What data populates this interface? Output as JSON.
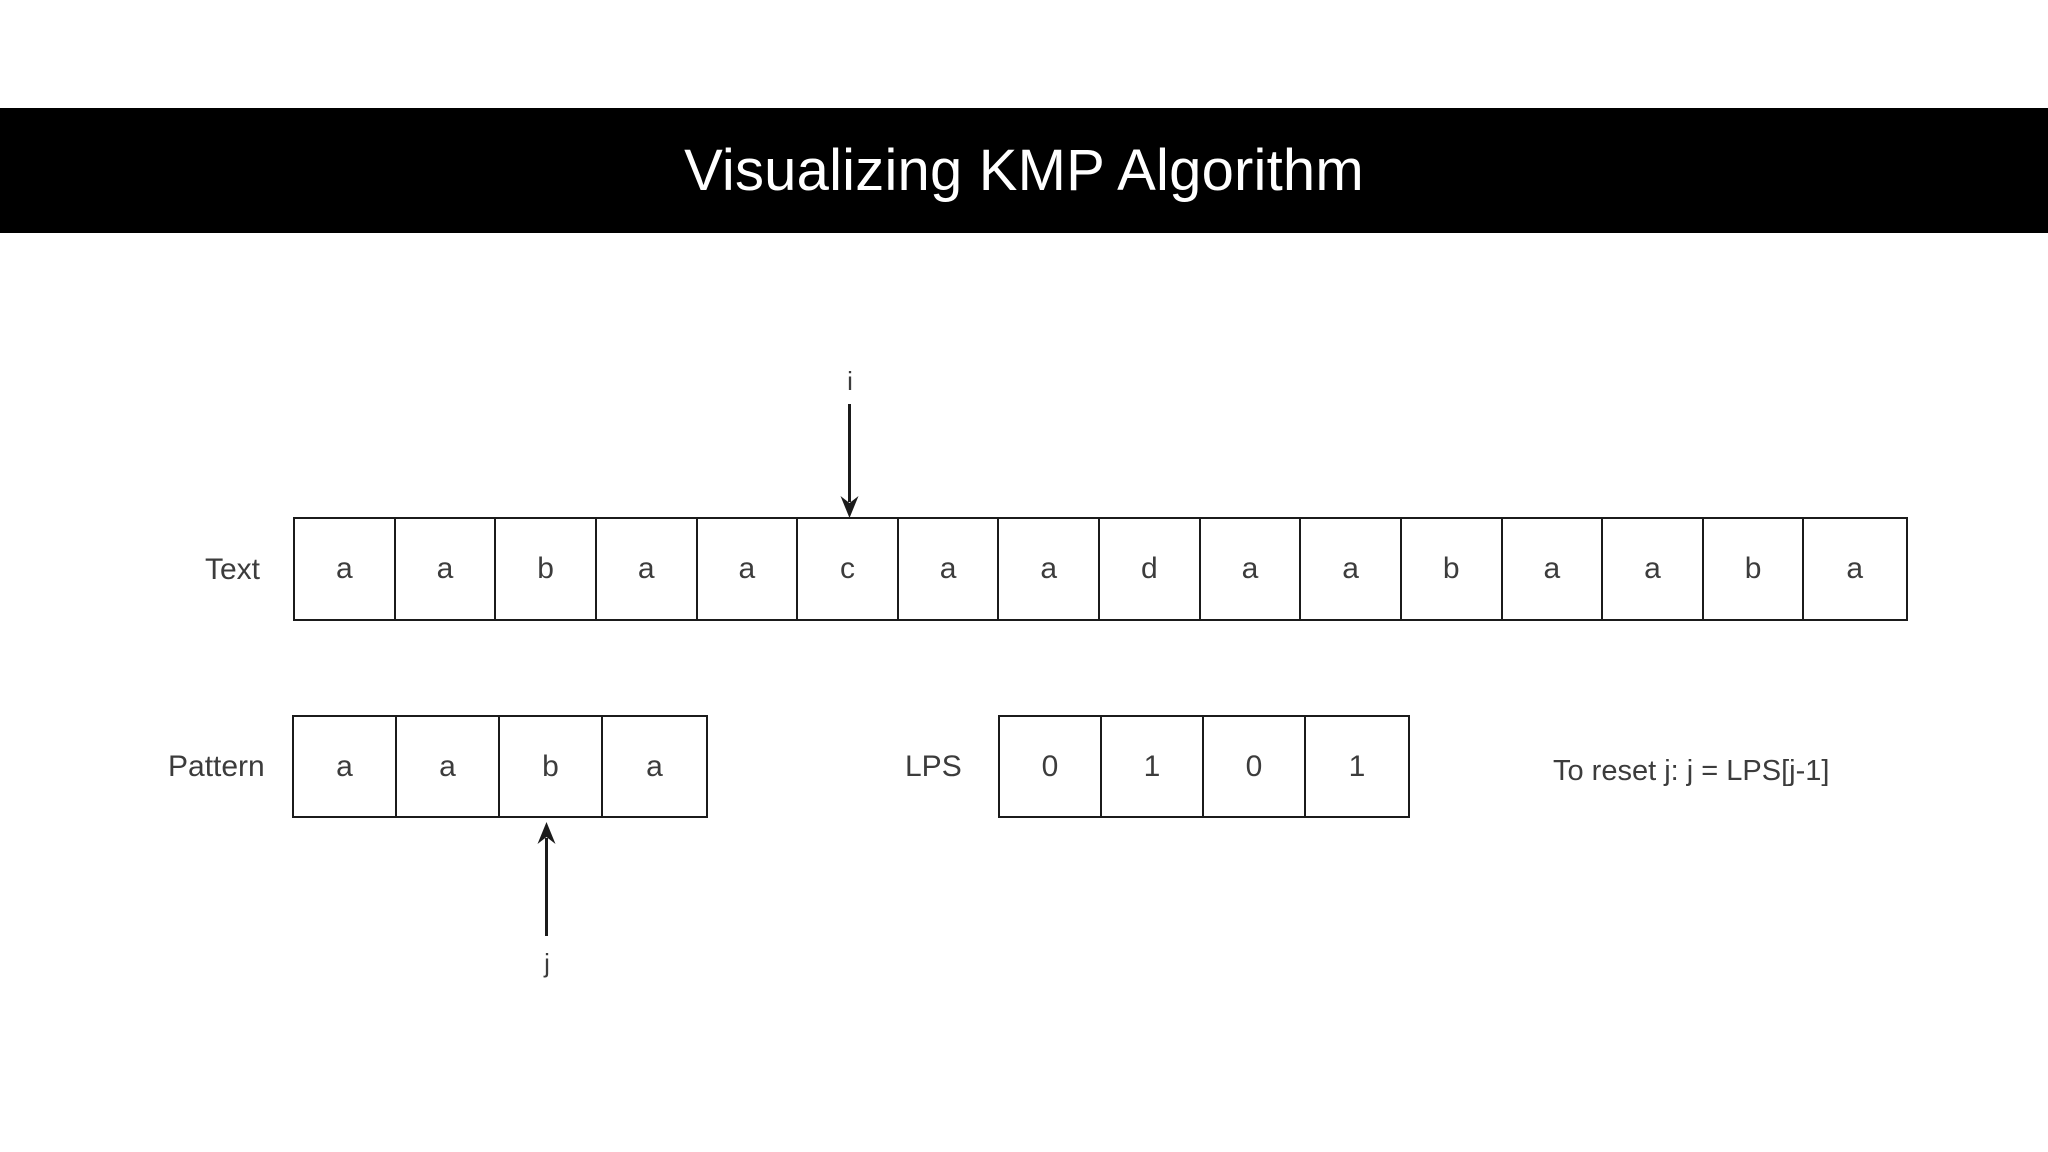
{
  "title": {
    "text": "Visualizing KMP Algorithm",
    "background_color": "#000000",
    "text_color": "#ffffff"
  },
  "colors": {
    "page_background": "#ffffff",
    "cell_border": "#1b1b1b",
    "text": "#3c3c3c",
    "arrow": "#1b1b1b"
  },
  "text_row": {
    "label": "Text",
    "cells": [
      "a",
      "a",
      "b",
      "a",
      "a",
      "c",
      "a",
      "a",
      "d",
      "a",
      "a",
      "b",
      "a",
      "a",
      "b",
      "a"
    ]
  },
  "pattern_row": {
    "label": "Pattern",
    "cells": [
      "a",
      "a",
      "b",
      "a"
    ]
  },
  "lps_row": {
    "label": "LPS",
    "cells": [
      "0",
      "1",
      "0",
      "1"
    ]
  },
  "pointers": {
    "i": {
      "label": "i",
      "direction": "down",
      "target_row": "text",
      "target_index": 5,
      "target_value": "c"
    },
    "j": {
      "label": "j",
      "direction": "up",
      "target_row": "pattern",
      "target_index": 2,
      "target_value": "b"
    }
  },
  "note": {
    "text": "To reset j: j = LPS[j-1]"
  }
}
